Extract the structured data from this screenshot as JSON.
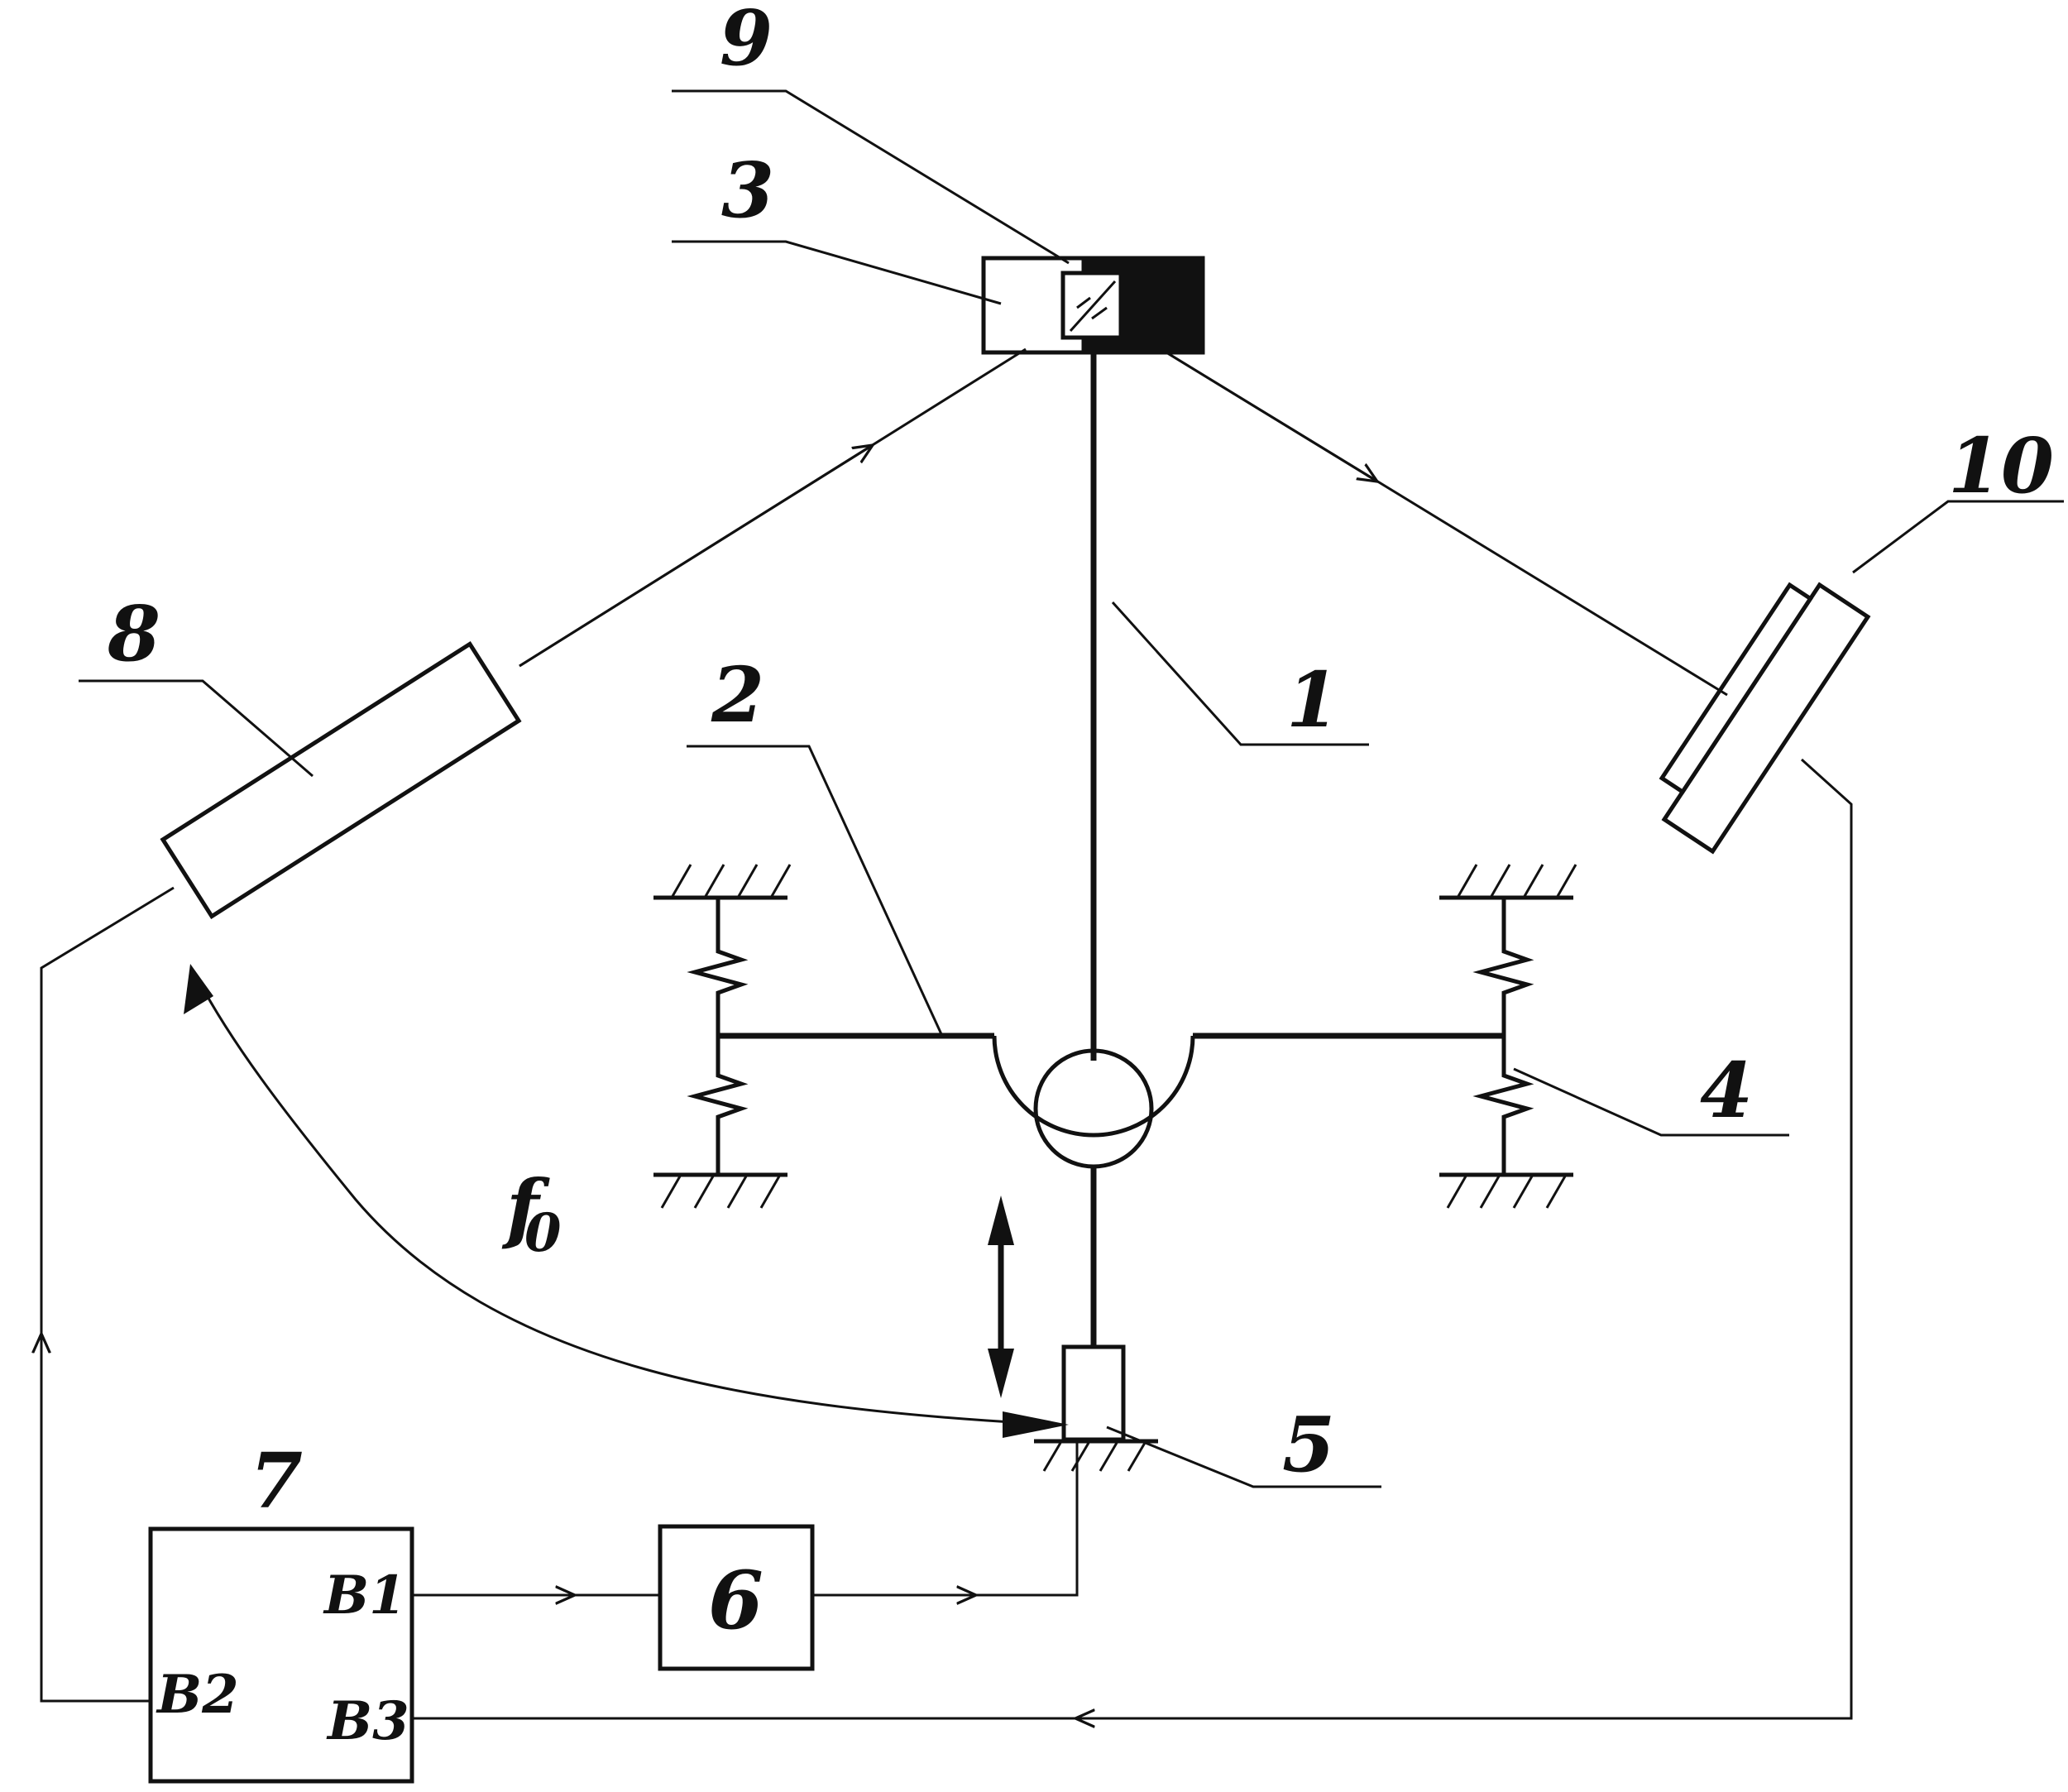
{
  "labels": {
    "arm": "1",
    "crossbar": "2",
    "head_block": "3",
    "spring": "4",
    "actuator": "5",
    "block6": "6",
    "controller": "7",
    "light_source": "8",
    "mirror": "9",
    "detector": "10"
  },
  "ports": {
    "b1": "B1",
    "b2": "B2",
    "b3": "B3"
  },
  "signal": {
    "base": "f",
    "subscript": "0"
  },
  "colors": {
    "ink": "#111111",
    "background": "#ffffff"
  }
}
